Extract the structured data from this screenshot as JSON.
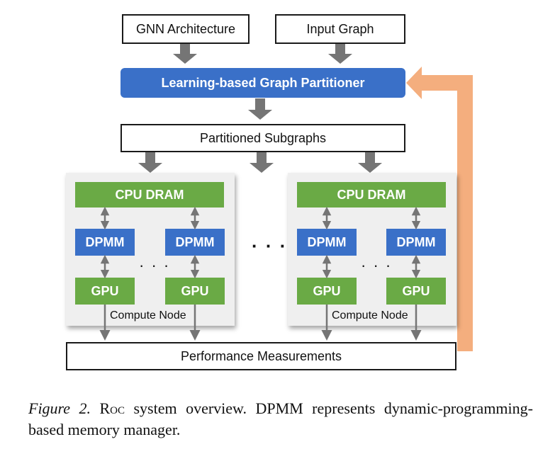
{
  "top": {
    "gnn_architecture": "GNN Architecture",
    "input_graph": "Input Graph"
  },
  "partitioner": "Learning-based Graph Partitioner",
  "partitioned_subgraphs": "Partitioned Subgraphs",
  "nodes": [
    {
      "cpu_dram": "CPU DRAM",
      "dpmm_left": "DPMM",
      "dpmm_right": "DPMM",
      "gpu_left": "GPU",
      "gpu_right": "GPU",
      "inner_dots": "· · ·",
      "label": "Compute Node"
    },
    {
      "cpu_dram": "CPU DRAM",
      "dpmm_left": "DPMM",
      "dpmm_right": "DPMM",
      "gpu_left": "GPU",
      "gpu_right": "GPU",
      "inner_dots": "· · ·",
      "label": "Compute Node"
    }
  ],
  "between_dots": "· · ·",
  "performance": "Performance Measurements",
  "caption": {
    "figure": "Figure 2.",
    "system": "Roc",
    "text": "system overview.  DPMM represents dynamic-programming-based memory manager."
  },
  "colors": {
    "blue": "#3a70c8",
    "green": "#6aaa45",
    "gray_arrow": "#757575",
    "feedback": "#f4ae7e",
    "node_bg": "#efefef"
  }
}
